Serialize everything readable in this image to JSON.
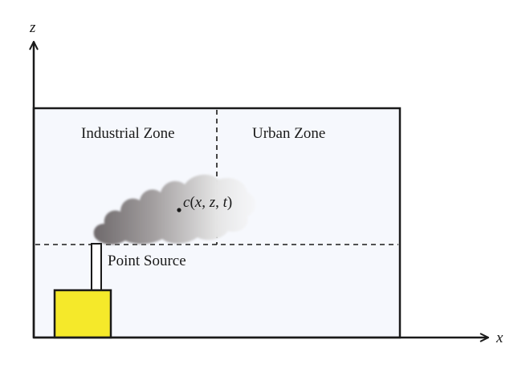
{
  "axes": {
    "x_label": "x",
    "z_label": "z"
  },
  "zones": {
    "left_label": "Industrial Zone",
    "right_label": "Urban Zone"
  },
  "source": {
    "label": "Point Source"
  },
  "concentration": {
    "symbol": "c",
    "open": "(",
    "var1": "x",
    "sep1": ", ",
    "var2": "z",
    "sep2": ", ",
    "var3": "t",
    "close": ")"
  },
  "colors": {
    "domain_fill": "#f6f8fd",
    "stack_fill": "#f5e92a",
    "line": "#1a1a1a"
  }
}
